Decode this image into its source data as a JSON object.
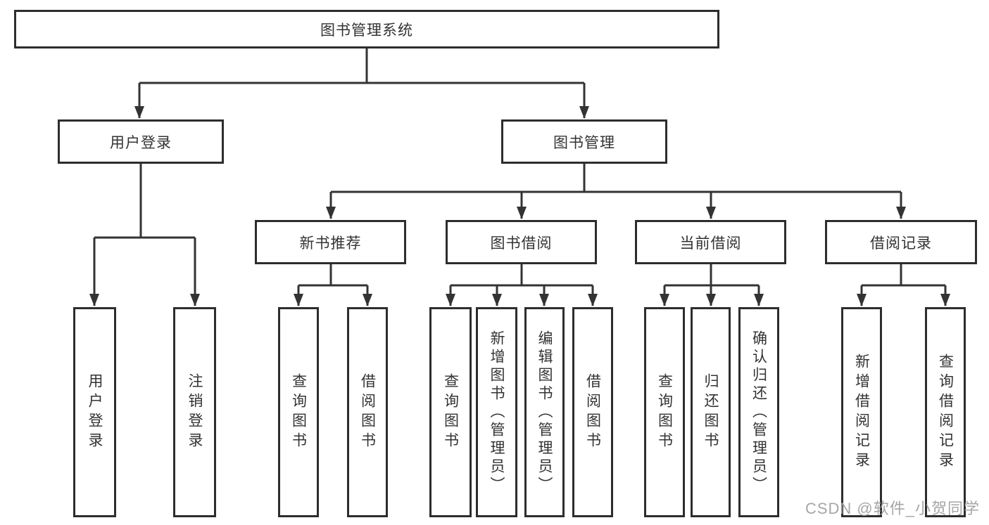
{
  "diagram": {
    "title_node": "图书管理系统",
    "level2": [
      {
        "label": "用户登录"
      },
      {
        "label": "图书管理"
      }
    ],
    "level3": [
      {
        "label": "新书推荐"
      },
      {
        "label": "图书借阅"
      },
      {
        "label": "当前借阅"
      },
      {
        "label": "借阅记录"
      }
    ],
    "leaves": {
      "user_login": [
        "用户登录",
        "注销登录"
      ],
      "new_books": [
        "查询图书",
        "借阅图书"
      ],
      "book_borrow": [
        "查询图书",
        "新增图书（管理员）",
        "编辑图书（管理员）",
        "借阅图书"
      ],
      "current_borrow": [
        "查询图书",
        "归还图书",
        "确认归还（管理员）"
      ],
      "borrow_records": [
        "新增借阅记录",
        "查询借阅记录"
      ]
    }
  },
  "watermark": {
    "text": "CSDN @软件_小贺同学"
  },
  "colors": {
    "line": "#333333",
    "box_border": "#2d2d2d",
    "text": "#333333",
    "background": "#ffffff",
    "watermark": "#9e9e9e"
  }
}
